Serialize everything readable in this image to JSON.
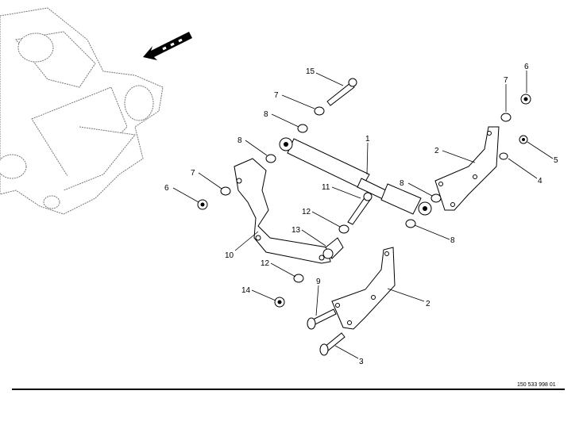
{
  "drawing_number": "150 533 998 01",
  "callouts": [
    "15",
    "7",
    "8",
    "8",
    "7",
    "6",
    "1",
    "11",
    "12",
    "13",
    "10",
    "12",
    "14",
    "9",
    "2",
    "3",
    "8",
    "8",
    "2",
    "4",
    "5",
    "6",
    "7"
  ],
  "colors": {
    "line": "#000000",
    "context_line": "#777777"
  }
}
